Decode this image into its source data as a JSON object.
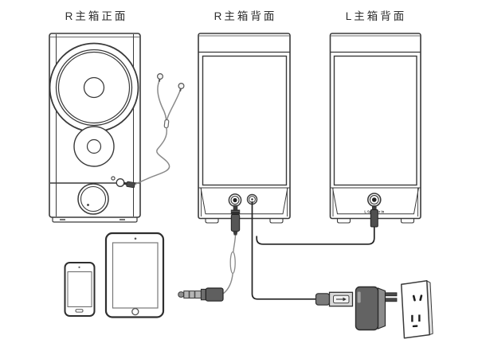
{
  "document": {
    "kind": "speaker-connection-diagram"
  },
  "titles": {
    "r_front": "R主箱正面",
    "r_back": "R主箱背面",
    "l_back": "L主箱背面"
  },
  "labels": {
    "l_speaker_jack": "L Speaker In"
  },
  "colors": {
    "background": "#ffffff",
    "line": "#3a3a3a",
    "cable_dark": "#222222",
    "cable_gray": "#8a8a8a",
    "plug_body": "#565656",
    "adapter_body": "#636363",
    "usb_metal": "#d8d8d8"
  },
  "parts": [
    "speaker-front-r",
    "earbuds",
    "speaker-back-r",
    "speaker-back-l",
    "aux-audio-plug",
    "usb-plug",
    "power-adapter",
    "wall-outlet",
    "smartphone",
    "tablet"
  ]
}
